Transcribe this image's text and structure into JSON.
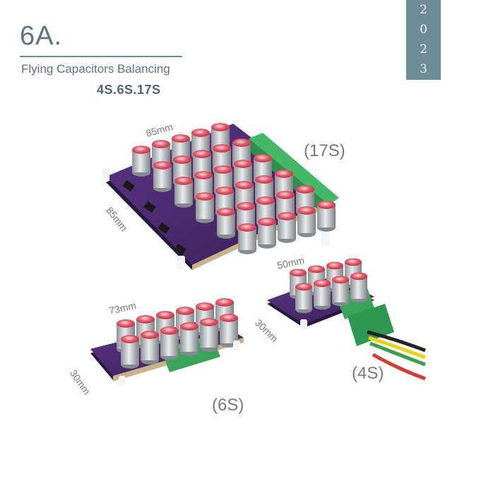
{
  "header": {
    "title": "6A.",
    "subtitle": "Flying Capacitors Balancing",
    "models": "4S.6S.17S"
  },
  "year_digits": [
    "2",
    "0",
    "2",
    "3"
  ],
  "boards": {
    "s17": {
      "label": "(17S)",
      "dim_top": "85mm",
      "dim_side": "85mm"
    },
    "s6": {
      "label": "(6S)",
      "dim_top": "73mm",
      "dim_side": "30mm"
    },
    "s4": {
      "label": "(4S)",
      "dim_top": "50mm",
      "dim_side": "30mm"
    }
  },
  "colors": {
    "accent": "#6f8b9a",
    "pcb": "#4b2a6b",
    "terminal": "#3aa55a",
    "cap_top": "#d8344a"
  }
}
